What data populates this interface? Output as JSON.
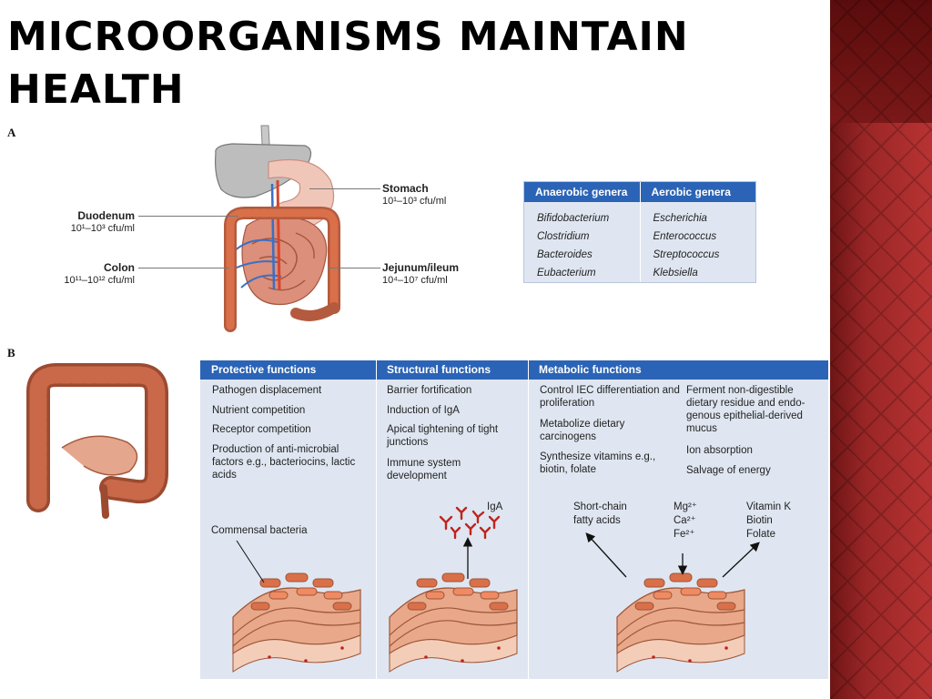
{
  "slide": {
    "title_line1": "MICROORGANISMS MAINTAIN",
    "title_line2": "HEALTH"
  },
  "panel_a": {
    "letter": "A",
    "organs": {
      "stomach": {
        "name": "Stomach",
        "count": "10¹–10³ cfu/ml"
      },
      "duodenum": {
        "name": "Duodenum",
        "count": "10¹–10³ cfu/ml"
      },
      "colon": {
        "name": "Colon",
        "count": "10¹¹–10¹² cfu/ml"
      },
      "jejunum": {
        "name": "Jejunum/ileum",
        "count": "10⁴–10⁷ cfu/ml"
      }
    },
    "genera_table": {
      "headers": [
        "Anaerobic genera",
        "Aerobic genera"
      ],
      "anaerobic": [
        "Bifidobacterium",
        "Clostridium",
        "Bacteroides",
        "Eubacterium"
      ],
      "aerobic": [
        "Escherichia",
        "Enterococcus",
        "Streptococcus",
        "Klebsiella"
      ]
    }
  },
  "panel_b": {
    "letter": "B",
    "headers": [
      "Protective functions",
      "Structural functions",
      "Metabolic functions"
    ],
    "protective": [
      "Pathogen displacement",
      "Nutrient competition",
      "Receptor competition",
      "Production of anti-microbial factors e.g., bacteriocins, lactic acids"
    ],
    "structural": [
      "Barrier fortification",
      "Induction of IgA",
      "Apical tightening of tight junctions",
      "Immune system development"
    ],
    "metabolic_left": [
      "Control IEC differentiation and proliferation",
      "Metabolize dietary carcinogens",
      "Synthesize vitamins e.g., biotin, folate"
    ],
    "metabolic_right": [
      "Ferment non-digestible dietary residue and endo-genous epithelial-derived mucus",
      "Ion absorption",
      "Salvage of energy"
    ],
    "labels": {
      "commensal": "Commensal bacteria",
      "iga": "IgA",
      "scfa": "Short-chain fatty acids",
      "mg": "Mg²⁺",
      "ca": "Ca²⁺",
      "fe": "Fe²⁺",
      "vitk": "Vitamin K",
      "biotin": "Biotin",
      "folate": "Folate"
    }
  },
  "colors": {
    "header_blue": "#2b64b6",
    "panel_bg": "#dfe6f1",
    "tissue": "#d9704a",
    "side_bar": "#9a2626"
  }
}
